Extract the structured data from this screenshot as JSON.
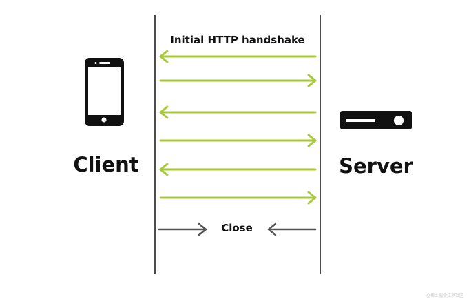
{
  "diagram": {
    "handshake_label": "Initial HTTP handshake",
    "client_label": "Client",
    "server_label": "Server",
    "close_label": "Close",
    "watermark": "@稀土掘金技术社区",
    "client_icon": "smartphone-icon",
    "server_icon": "server-icon",
    "colors": {
      "message_arrow": "#a8c83c",
      "close_arrow": "#555555",
      "lifeline": "#111111",
      "text": "#111111"
    },
    "messages": [
      {
        "direction": "server-to-client"
      },
      {
        "direction": "client-to-server"
      },
      {
        "direction": "server-to-client"
      },
      {
        "direction": "client-to-server"
      },
      {
        "direction": "server-to-client"
      },
      {
        "direction": "client-to-server"
      }
    ],
    "close_arrows": [
      {
        "direction": "client-to-server"
      },
      {
        "direction": "server-to-client"
      }
    ]
  }
}
